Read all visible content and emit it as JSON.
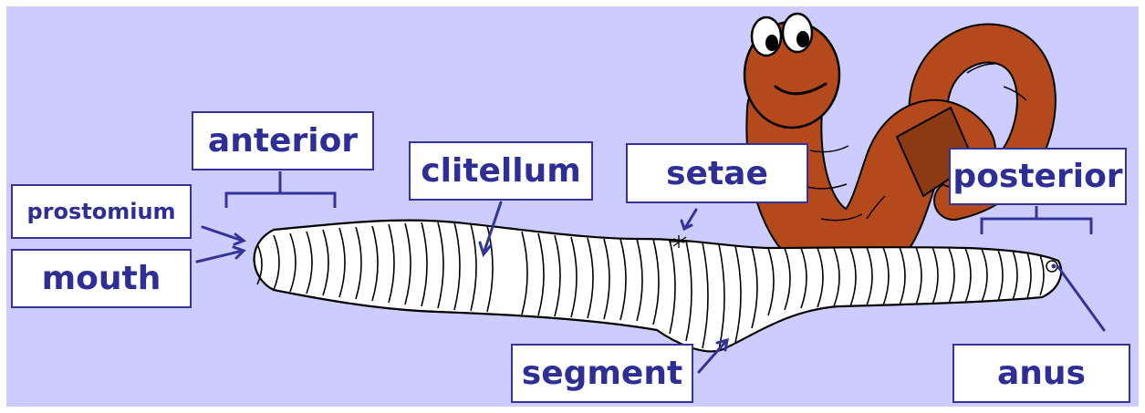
{
  "labels": {
    "anterior": "anterior",
    "prostomium": "prostomium",
    "mouth": "mouth",
    "clitellum": "clitellum",
    "setae": "setae",
    "posterior": "posterior",
    "segment": "segment",
    "anus": "anus"
  },
  "colors": {
    "background": "#ccccff",
    "label_text": "#2e2e96",
    "label_border": "#33339a",
    "pointer": "#33339a",
    "worm_body": "#ffffff",
    "worm_outline": "#000000",
    "cartoon_worm": "#b44a1c",
    "cartoon_band": "#8c3a12"
  },
  "icons": {
    "main_worm": "earthworm-outline-icon",
    "cartoon_worm": "cartoon-earthworm-icon"
  }
}
